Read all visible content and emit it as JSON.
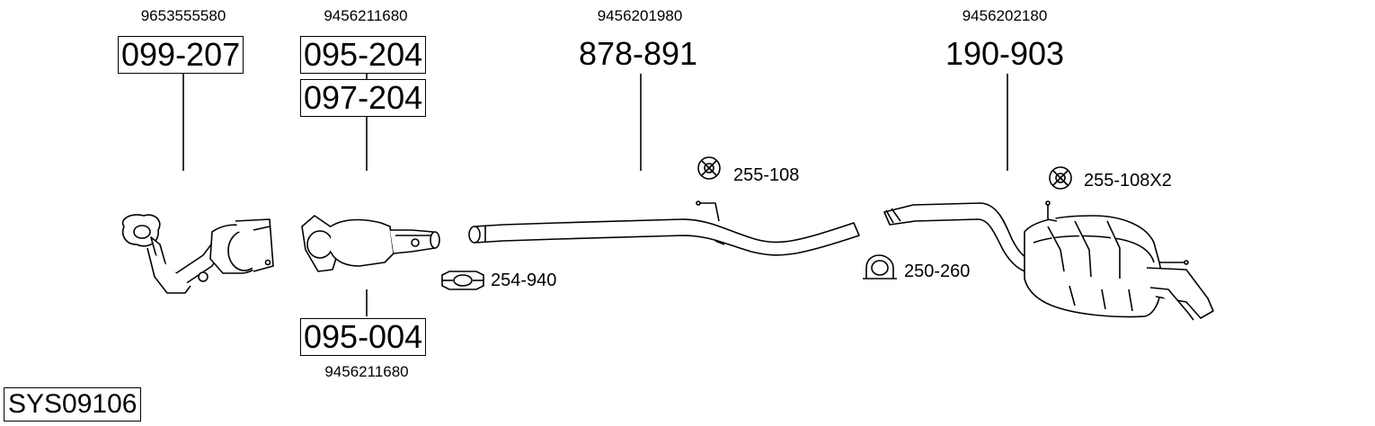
{
  "parts": [
    {
      "oem": "9653555580",
      "codes": [
        "099-207"
      ]
    },
    {
      "oem": "9456211680",
      "codes": [
        "095-204",
        "097-204"
      ]
    },
    {
      "oem": "9456211680",
      "codes": [
        "095-004"
      ]
    },
    {
      "oem": "9456201980",
      "codes": [
        "878-891"
      ]
    },
    {
      "oem": "9456202180",
      "codes": [
        "190-903"
      ]
    }
  ],
  "accessories": [
    {
      "code": "255-108",
      "icon": "rubber-hanger-icon"
    },
    {
      "code": "254-940",
      "icon": "flange-clamp-icon"
    },
    {
      "code": "250-260",
      "icon": "u-clamp-icon"
    },
    {
      "code": "255-108X2",
      "icon": "rubber-hanger-icon"
    }
  ],
  "system_code": "SYS09106"
}
